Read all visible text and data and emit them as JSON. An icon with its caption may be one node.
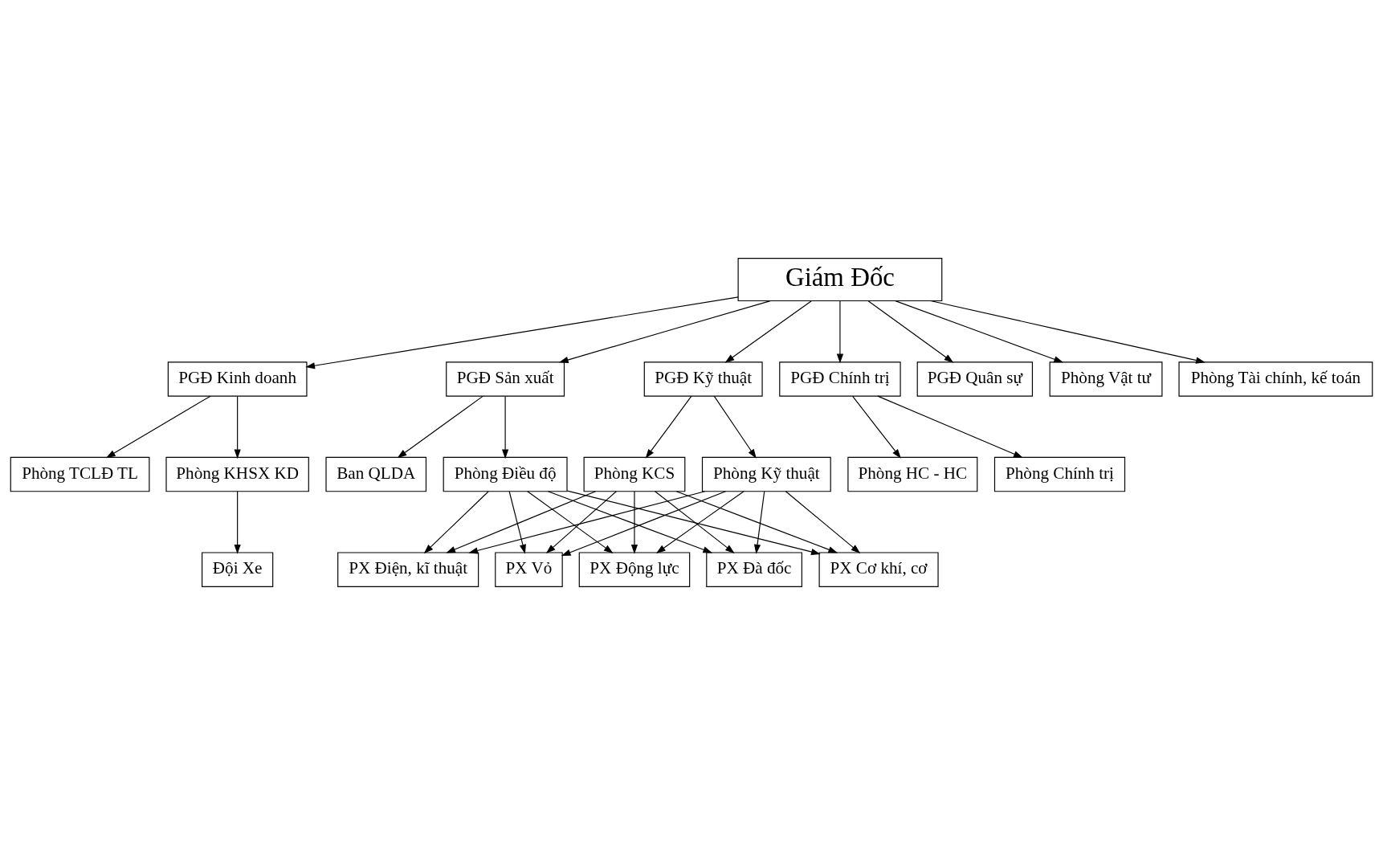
{
  "diagram": {
    "nodes": [
      {
        "text": [
          "Giám Đốc"
        ]
      },
      {
        "text": [
          "PGĐ Kinh doanh"
        ]
      },
      {
        "text": [
          "PGĐ Sản xuất"
        ]
      },
      {
        "text": [
          "PGĐ Kỹ thuật"
        ]
      },
      {
        "text": [
          "PGĐ Chính trị"
        ]
      },
      {
        "text": [
          "PGĐ Quân sự"
        ]
      },
      {
        "text": [
          "Phòng TCLĐ TL"
        ]
      },
      {
        "text": [
          "Phòng KHSX KD"
        ]
      },
      {
        "text": [
          "Ban QLDA"
        ]
      },
      {
        "text": [
          "Phòng Điều độ"
        ]
      },
      {
        "text": [
          "Phòng Kỹ thuật"
        ]
      },
      {
        "text": [
          "Phòng KCS"
        ]
      },
      {
        "text": [
          "Phòng HC - HC"
        ]
      },
      {
        "text": [
          "Phòng Chính trị"
        ]
      },
      {
        "text": [
          "Phòng Vật tư"
        ]
      },
      {
        "text": [
          "Phòng Tài chính, kế toán"
        ]
      },
      {
        "text": [
          "Đội Xe"
        ]
      },
      {
        "text": [
          "PX Vỏ"
        ]
      },
      {
        "text": [
          "PX Động lực"
        ]
      },
      {
        "text": [
          "PX Đà đốc"
        ]
      },
      {
        "text": [
          "PX Cơ khí, cơ"
        ]
      },
      {
        "text": [
          "PX Điện, kĩ thuật"
        ]
      }
    ],
    "edges": [
      {
        "from": 0,
        "to": 1,
        "arrow": "to"
      },
      {
        "from": 0,
        "to": 2,
        "arrow": "to"
      },
      {
        "from": 0,
        "to": 3,
        "arrow": "to"
      },
      {
        "from": 0,
        "to": 4,
        "arrow": "to"
      },
      {
        "from": 0,
        "to": 5,
        "arrow": "to"
      },
      {
        "from": 0,
        "to": 14,
        "arrow": "to"
      },
      {
        "from": 0,
        "to": 15,
        "arrow": "to"
      },
      {
        "from": 1,
        "to": 6,
        "arrow": "to"
      },
      {
        "from": 1,
        "to": 7,
        "arrow": "to"
      },
      {
        "from": 2,
        "to": 8,
        "arrow": "to"
      },
      {
        "from": 2,
        "to": 9,
        "arrow": "to"
      },
      {
        "from": 3,
        "to": 10,
        "arrow": "to"
      },
      {
        "from": 3,
        "to": 11,
        "arrow": "to"
      },
      {
        "from": 4,
        "to": 12,
        "arrow": "to"
      },
      {
        "from": 4,
        "to": 13,
        "arrow": "to"
      },
      {
        "from": 7,
        "to": 16,
        "arrow": "to"
      },
      {
        "from": 9,
        "to": 17,
        "arrow": "to"
      },
      {
        "from": 9,
        "to": 18,
        "arrow": "to"
      },
      {
        "from": 9,
        "to": 19,
        "arrow": "to"
      },
      {
        "from": 9,
        "to": 20,
        "arrow": "to"
      },
      {
        "from": 9,
        "to": 21,
        "arrow": "to"
      },
      {
        "from": 10,
        "to": 17,
        "arrow": "to"
      },
      {
        "from": 10,
        "to": 18,
        "arrow": "to"
      },
      {
        "from": 10,
        "to": 19,
        "arrow": "to"
      },
      {
        "from": 10,
        "to": 20,
        "arrow": "to"
      },
      {
        "from": 10,
        "to": 21,
        "arrow": "to"
      },
      {
        "from": 11,
        "to": 17,
        "arrow": "to"
      },
      {
        "from": 11,
        "to": 18,
        "arrow": "to"
      },
      {
        "from": 11,
        "to": 19,
        "arrow": "to"
      },
      {
        "from": 11,
        "to": 20,
        "arrow": "to"
      },
      {
        "from": 11,
        "to": 21,
        "arrow": "to"
      }
    ]
  }
}
